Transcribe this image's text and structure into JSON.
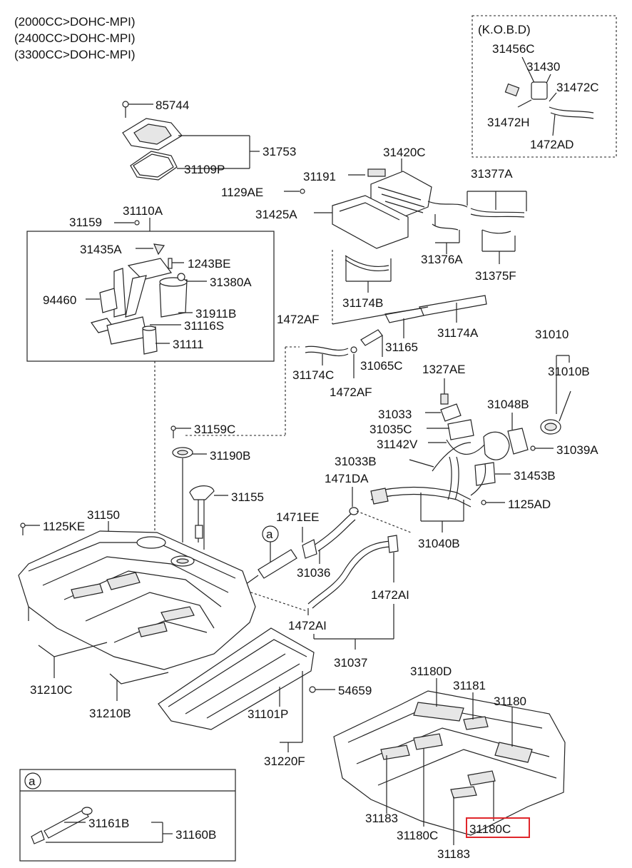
{
  "engines": [
    "(2000CC>DOHC-MPI)",
    "(2400CC>DOHC-MPI)",
    "(3300CC>DOHC-MPI)"
  ],
  "kobd": {
    "title": "(K.O.B.D)",
    "parts": [
      "31456C",
      "31430",
      "31472C",
      "31472H",
      "1472AD"
    ]
  },
  "labels": {
    "p85744": "85744",
    "p31753": "31753",
    "p31109P": "31109P",
    "p31420C": "31420C",
    "p31191": "31191",
    "p31377A": "31377A",
    "p1129AE": "1129AE",
    "p31425A": "31425A",
    "p31159": "31159",
    "p31110A": "31110A",
    "p31435A": "31435A",
    "p1243BE": "1243BE",
    "p31380A": "31380A",
    "p94460": "94460",
    "p31911B": "31911B",
    "p31116S": "31116S",
    "p31111": "31111",
    "p31376A": "31376A",
    "p31375F": "31375F",
    "p31174B": "31174B",
    "p1472AF_top": "1472AF",
    "p31174A": "31174A",
    "p31165": "31165",
    "p31010": "31010",
    "p31010B": "31010B",
    "p31174C": "31174C",
    "p31065C": "31065C",
    "p1472AF_bot": "1472AF",
    "p1327AE": "1327AE",
    "p31048B": "31048B",
    "p31033": "31033",
    "p31035C": "31035C",
    "p31159C": "31159C",
    "p31142V": "31142V",
    "p31039A": "31039A",
    "p31190B": "31190B",
    "p31033B": "31033B",
    "p31453B": "31453B",
    "p1471DA": "1471DA",
    "p31150": "31150",
    "p31155": "31155",
    "p1125AD": "1125AD",
    "p1125KE": "1125KE",
    "p1471EE": "1471EE",
    "p31040B": "31040B",
    "p31036": "31036",
    "p1472AI_r": "1472AI",
    "p1472AI_l": "1472AI",
    "p31037": "31037",
    "p31210C": "31210C",
    "p31180D": "31180D",
    "p31181": "31181",
    "p31180": "31180",
    "p54659": "54659",
    "p31210B": "31210B",
    "p31101P": "31101P",
    "p31220F": "31220F",
    "p31183_a": "31183",
    "p31180C_a": "31180C",
    "p31180C_hl": "31180C",
    "p31183_b": "31183",
    "p31161B": "31161B",
    "p31160B": "31160B"
  },
  "callout": {
    "marker": "a"
  },
  "highlight_color": "#e0262b"
}
